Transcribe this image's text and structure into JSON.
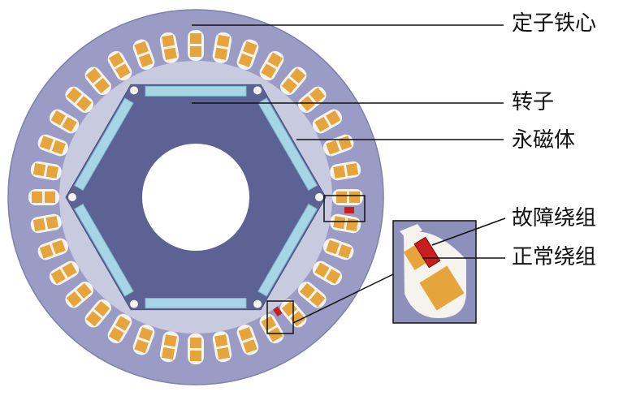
{
  "labels": {
    "stator_core": "定子铁心",
    "rotor": "转子",
    "permanent_magnet": "永磁体",
    "faulty_winding": "故障绕组",
    "normal_winding": "正常绕组"
  },
  "motor": {
    "slot_count": 36,
    "magnet_count": 6
  },
  "colors": {
    "stator": "#9a9cc6",
    "stator_edge": "#7d80ad",
    "airgap": "#c8cae0",
    "rotor": "#5c6394",
    "magnet": "#a6d6e6",
    "magnet_edge": "#7fb6c9",
    "slot": "#f4f3ee",
    "winding_normal": "#e6a43c",
    "winding_fault": "#c81e1e",
    "line": "#111111"
  }
}
